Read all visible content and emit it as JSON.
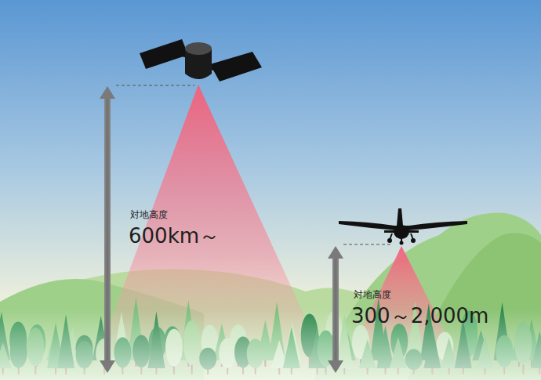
{
  "diagram": {
    "labels": [
      "対地高度",
      "600km～",
      "対地高度",
      "300～2,000m"
    ]
  }
}
